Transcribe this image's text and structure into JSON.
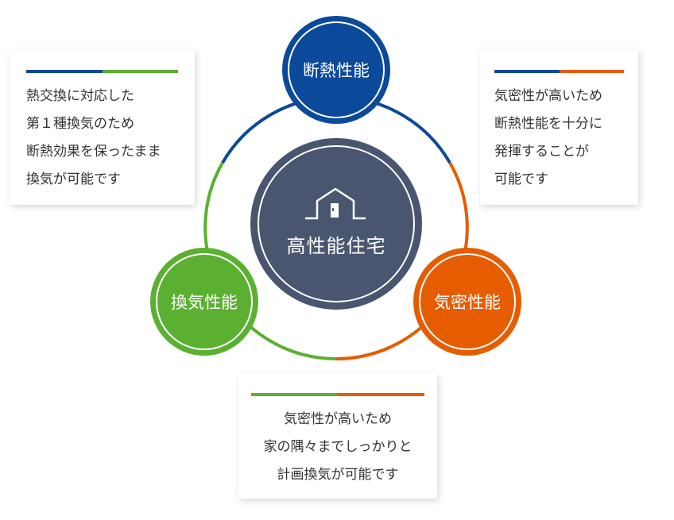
{
  "colors": {
    "insulation": "#0b4a9a",
    "airtight": "#e65c00",
    "ventilation": "#5bb031",
    "center": "#4a5670"
  },
  "center": {
    "label": "高性能住宅",
    "icon": "house-icon"
  },
  "nodes": {
    "insulation": "断熱性能",
    "airtight": "気密性能",
    "ventilation": "換気性能"
  },
  "boxes": {
    "left": [
      "熱交換に対応した",
      "第１種換気のため",
      "断熱効果を保ったまま",
      "換気が可能です"
    ],
    "right": [
      "気密性が高いため",
      "断熱性能を十分に",
      "発揮することが",
      "可能です"
    ],
    "bottom": [
      "気密性が高いため",
      "家の隅々までしっかりと",
      "計画換気が可能です"
    ]
  }
}
